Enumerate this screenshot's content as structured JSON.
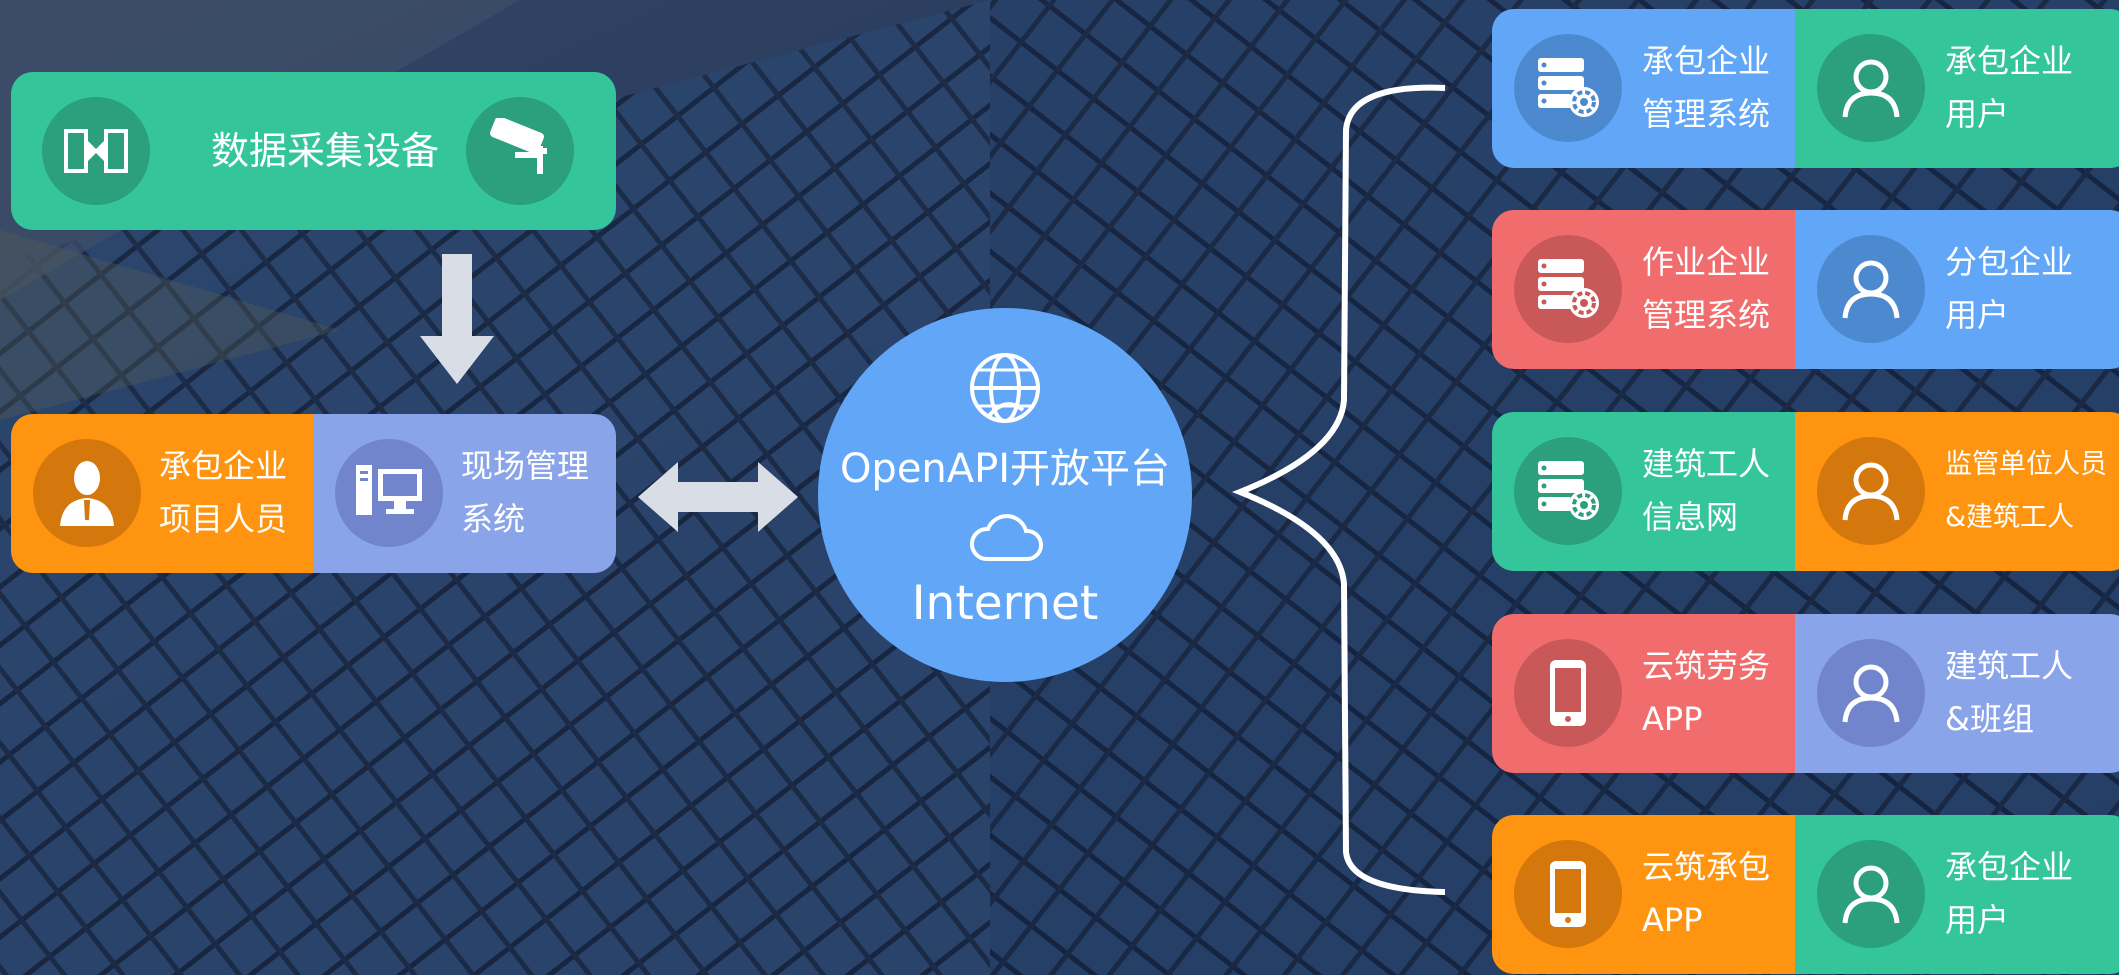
{
  "left": {
    "collect_title": "数据采集设备",
    "project_staff": [
      "承包企业",
      "项目人员"
    ],
    "site_system": [
      "现场管理",
      "系统"
    ]
  },
  "center": {
    "platform": "OpenAPI开放平台",
    "internet": "Internet"
  },
  "rows": [
    {
      "left_text": [
        "承包企业",
        "管理系统"
      ],
      "left_color": "#62a7f7",
      "left_icon": "server-gear-icon",
      "right_text": [
        "承包企业",
        "用户"
      ],
      "right_color": "#34c69a",
      "right_icon": "user-icon"
    },
    {
      "left_text": [
        "作业企业",
        "管理系统"
      ],
      "left_color": "#f16c6c",
      "left_icon": "server-gear-icon",
      "right_text": [
        "分包企业",
        "用户"
      ],
      "right_color": "#62a7f7",
      "right_icon": "user-icon"
    },
    {
      "left_text": [
        "建筑工人",
        "信息网"
      ],
      "left_color": "#34c69a",
      "left_icon": "server-gear-icon",
      "right_text": [
        "监管单位人员",
        "&建筑工人"
      ],
      "right_color": "#ff9410",
      "right_icon": "user-icon"
    },
    {
      "left_text": [
        "云筑劳务",
        "APP"
      ],
      "left_color": "#f16c6c",
      "left_icon": "phone-icon",
      "right_text": [
        "建筑工人",
        "&班组"
      ],
      "right_color": "#8aa4ea",
      "right_icon": "user-icon"
    },
    {
      "left_text": [
        "云筑承包",
        "APP"
      ],
      "left_color": "#ff9410",
      "left_icon": "phone-icon",
      "right_text": [
        "承包企业",
        "用户"
      ],
      "right_color": "#34c69a",
      "right_icon": "user-icon"
    }
  ]
}
